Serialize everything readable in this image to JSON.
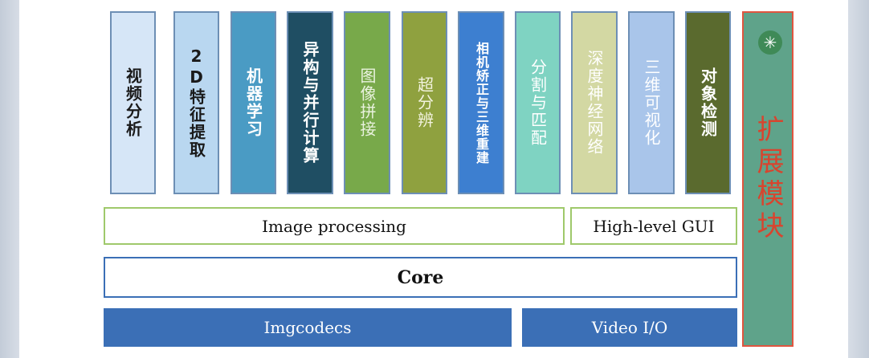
{
  "columns": [
    {
      "label": "视频分析",
      "bg": "#d6e6f7",
      "fg": "#1a1a1a"
    },
    {
      "label": "2D特征提取",
      "bg": "#b9d7f0",
      "fg": "#1a1a1a"
    },
    {
      "label": "机器学习",
      "bg": "#4a9bc4",
      "fg": "#ffffff"
    },
    {
      "label": "异构与并行计算",
      "bg": "#1f4e63",
      "fg": "#ffffff"
    },
    {
      "label": "图像拼接",
      "bg": "#78a94a",
      "fg": "#e9f2de"
    },
    {
      "label": "超分辨",
      "bg": "#8fa13f",
      "fg": "#f3f3df"
    },
    {
      "label": "相机矫正与三维重建",
      "bg": "#3d7fd0",
      "fg": "#ffffff"
    },
    {
      "label": "分割与匹配",
      "bg": "#7fd3c2",
      "fg": "#ffffff"
    },
    {
      "label": "深度神经网络",
      "bg": "#d3d8a3",
      "fg": "#ffffff"
    },
    {
      "label": "三维可视化",
      "bg": "#a9c5ea",
      "fg": "#ffffff"
    },
    {
      "label": "对象检测",
      "bg": "#5a6a2e",
      "fg": "#ffffff"
    }
  ],
  "bars": {
    "image_processing": "Image processing",
    "high_level_gui": "High-level GUI",
    "core": "Core",
    "imgcodecs": "Imgcodecs",
    "video_io": "Video I/O"
  },
  "extension": "扩展模块",
  "colors": {
    "bar_border_green": "#9fc96b",
    "core_border": "#3b6fb6",
    "bottom_bar": "#3b6fb6",
    "extension_bg": "#5fa38a",
    "extension_border": "#e0553f",
    "extension_text": "#d8442e"
  }
}
